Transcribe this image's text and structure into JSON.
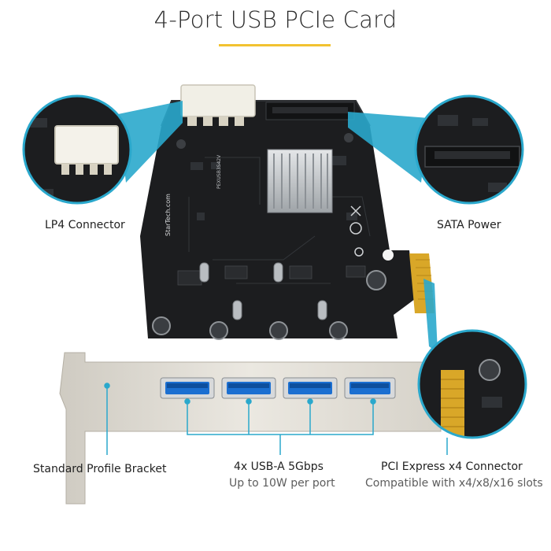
{
  "title": "4-Port USB PCIe Card",
  "brand": "StarTech.com",
  "board_text": "PEXUSB3S42V",
  "callouts": {
    "lp4": "LP4 Connector",
    "sata": "SATA Power",
    "bracket": "Standard Profile Bracket",
    "usb_title": "4x USB-A 5Gbps",
    "usb_sub": "Up to 10W per port",
    "pcie_title": "PCI Express x4 Connector",
    "pcie_sub": "Compatible with x4/x8/x16 slots"
  },
  "colors": {
    "accent_line": "#2aa8cc",
    "underline": "#f2c230",
    "pcb": "#1c1d1f",
    "usb_blue": "#1b6fd1",
    "gold": "#d9a728"
  }
}
